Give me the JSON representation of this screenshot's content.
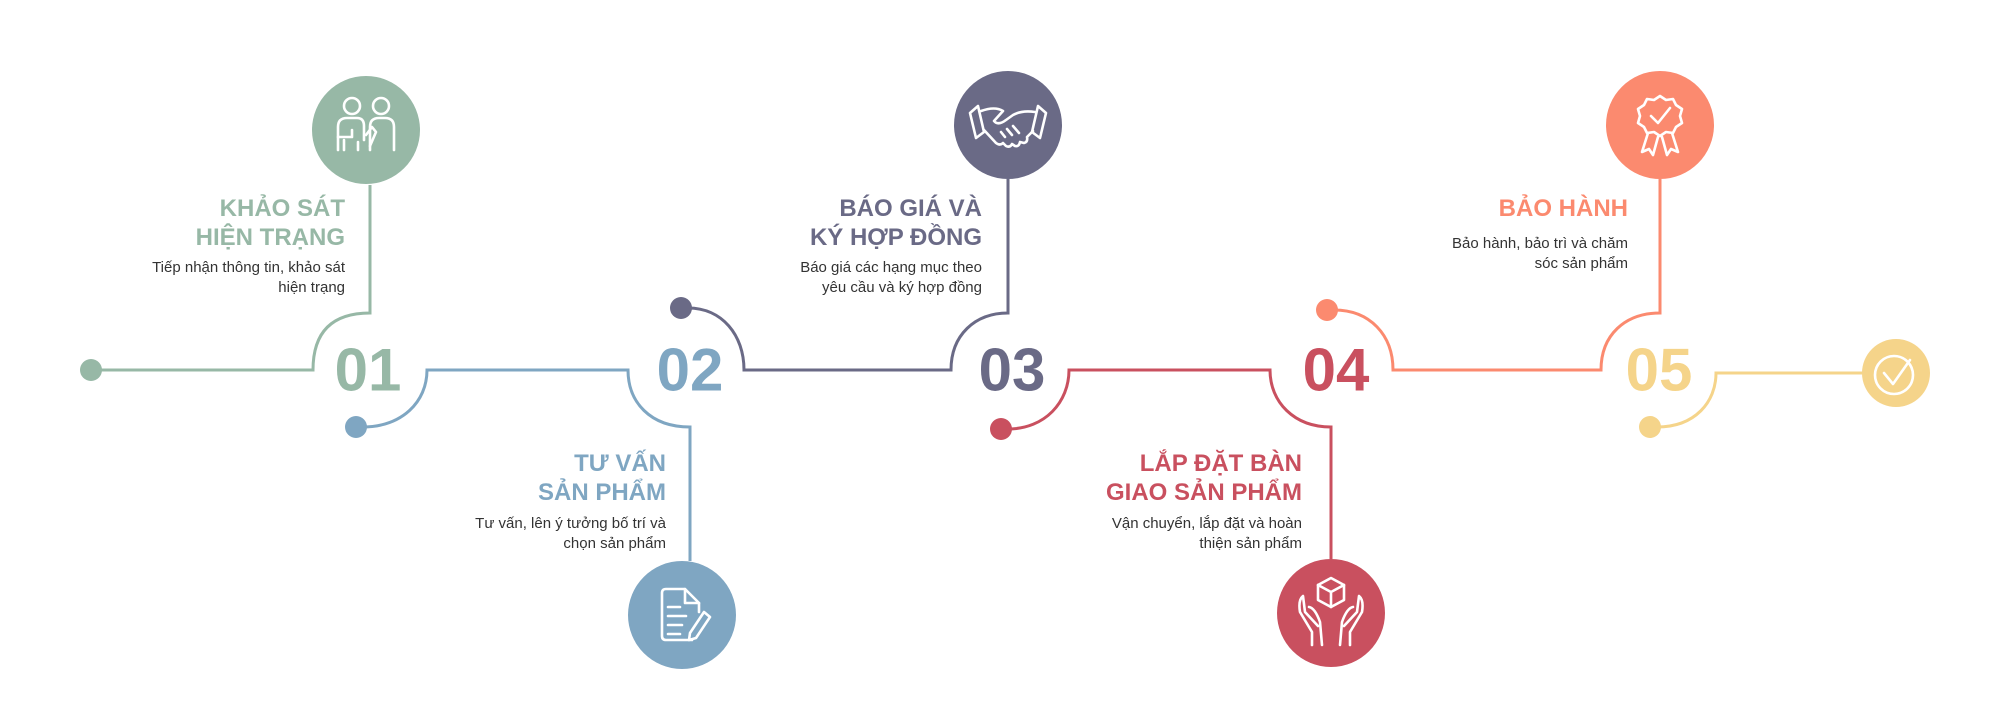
{
  "colors": {
    "step1": "#97b8a6",
    "step2": "#7fa6c2",
    "step3": "#6a6a86",
    "step4": "#c9505f",
    "step5": "#fb8a6f",
    "end": "#f5d48a"
  },
  "steps": [
    {
      "number": "01",
      "title_lines": [
        "KHẢO SÁT",
        "HIỆN TRẠNG"
      ],
      "desc_lines": [
        "Tiếp nhận thông tin, khảo sát",
        "hiện trạng"
      ],
      "icon": "consultation-people-icon"
    },
    {
      "number": "02",
      "title_lines": [
        "TƯ VẤN",
        "SẢN PHẨM"
      ],
      "desc_lines": [
        "Tư vấn, lên ý tưởng bố trí và",
        "chọn sản phẩm"
      ],
      "icon": "document-pen-icon"
    },
    {
      "number": "03",
      "title_lines": [
        "BÁO GIÁ VÀ",
        "KÝ HỢP ĐỒNG"
      ],
      "desc_lines": [
        "Báo giá các hạng mục theo",
        "yêu cầu và ký hợp đồng"
      ],
      "icon": "handshake-icon"
    },
    {
      "number": "04",
      "title_lines": [
        "LẮP ĐẶT BÀN",
        "GIAO SẢN PHẨM"
      ],
      "desc_lines": [
        "Vận chuyển, lắp đặt và hoàn",
        "thiện sản phẩm"
      ],
      "icon": "hands-box-icon"
    },
    {
      "number": "05",
      "title_lines": [
        "BẢO HÀNH"
      ],
      "desc_lines": [
        "Bảo hành, bảo trì và chăm",
        "sóc sản phẩm"
      ],
      "icon": "award-badge-icon"
    }
  ],
  "end_icon": "check-circle-icon"
}
